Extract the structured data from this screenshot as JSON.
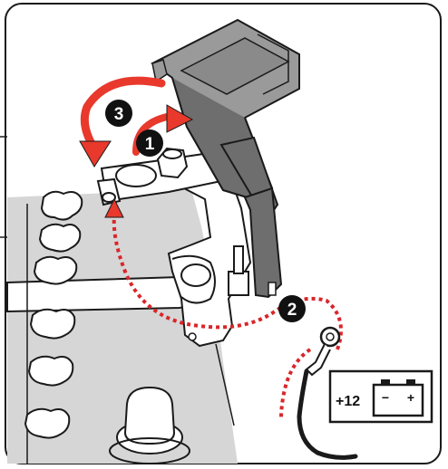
{
  "figure": {
    "steps": [
      {
        "number": "1"
      },
      {
        "number": "2"
      },
      {
        "number": "3"
      }
    ],
    "battery": {
      "label": "+12",
      "negative_symbol": "−",
      "positive_symbol": "+"
    }
  },
  "colors": {
    "arrow_red": "#e8392c",
    "dotted_red": "#d9262a",
    "badge_black": "#111111",
    "engine_gray": "#d6d6d6",
    "cover_dark": "#6e6e6e",
    "cover_light": "#9a9a9a",
    "outline": "#1a1a1a"
  },
  "icons": {
    "battery": "battery-icon",
    "ground_lug": "ring-terminal-icon"
  }
}
